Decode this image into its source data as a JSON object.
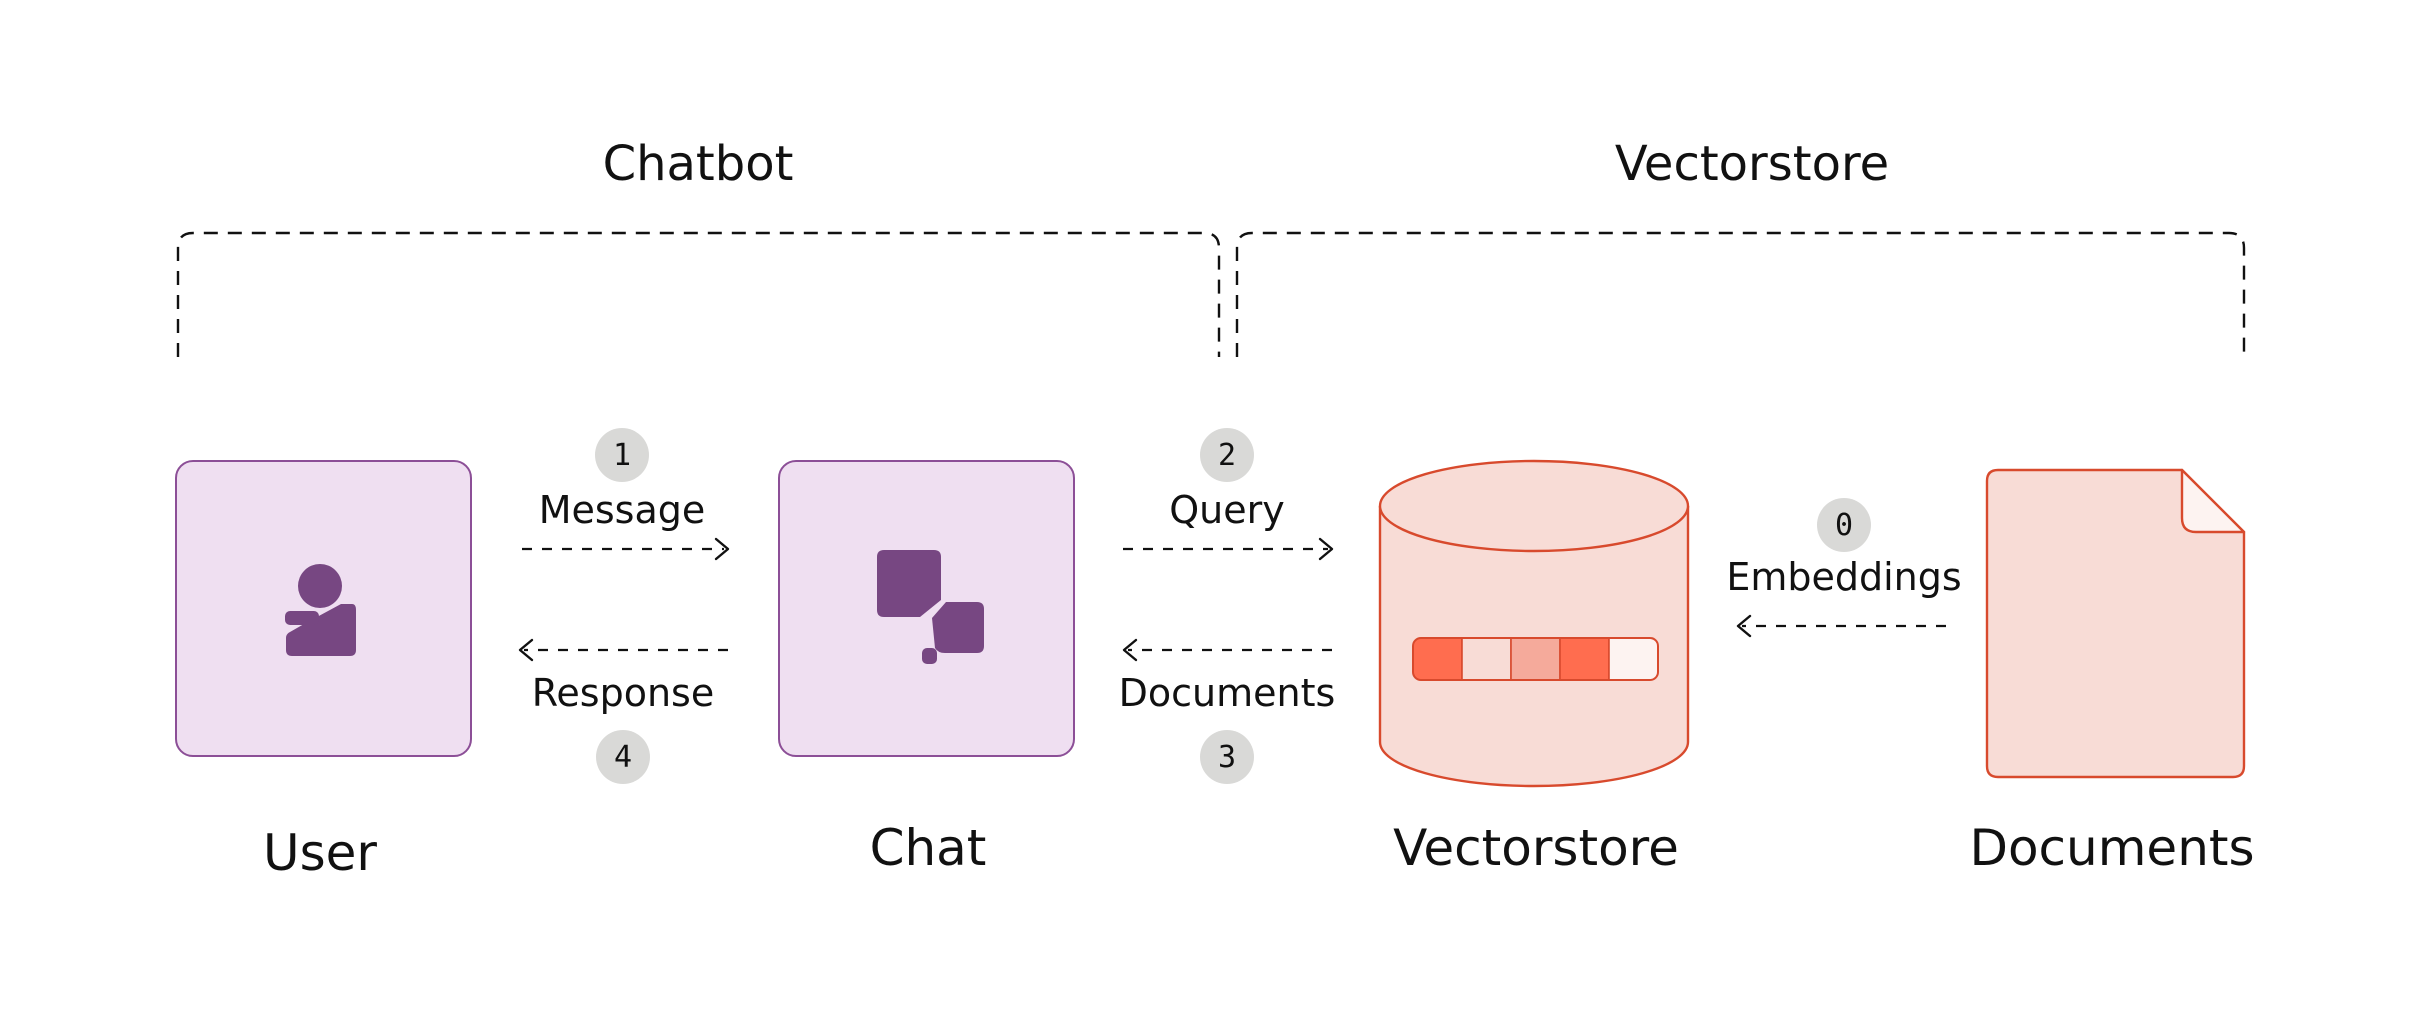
{
  "colors": {
    "purple_fill": "#efdff1",
    "purple_stroke": "#8c4f97",
    "purple_icon": "#774782",
    "coral_fill": "#f8dcd6",
    "coral_stroke": "#d84a2d",
    "badge_fill": "#d9d9d7",
    "embedding_cells": [
      "#ff6d4f",
      "#f8dcd6",
      "#f5aa9b",
      "#ff6d4f",
      "#fdf3f1"
    ]
  },
  "groups": {
    "chatbot": {
      "title": "Chatbot"
    },
    "vectorstore": {
      "title": "Vectorstore"
    }
  },
  "nodes": {
    "user": {
      "label": "User",
      "icon": "user-icon"
    },
    "chat": {
      "label": "Chat",
      "icon": "chat-bubbles-icon"
    },
    "vectorstore": {
      "label": "Vectorstore",
      "icon": "database-cylinder-icon"
    },
    "documents": {
      "label": "Documents",
      "icon": "document-icon"
    }
  },
  "edges": {
    "message": {
      "step": "1",
      "label": "Message"
    },
    "query": {
      "step": "2",
      "label": "Query"
    },
    "documents": {
      "step": "3",
      "label": "Documents"
    },
    "response": {
      "step": "4",
      "label": "Response"
    },
    "embeddings": {
      "step": "0",
      "label": "Embeddings"
    }
  }
}
